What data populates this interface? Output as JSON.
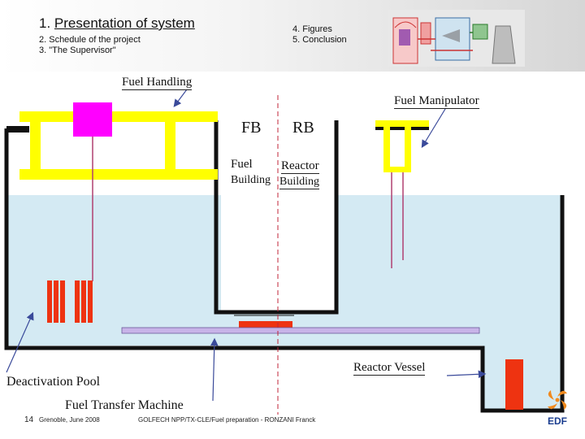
{
  "header": {
    "main_number": "1.",
    "main_title": "Presentation of system",
    "sub_items": [
      "2. Schedule of the project",
      "3. \"The Supervisor\""
    ],
    "right_items": [
      "4. Figures",
      "5. Conclusion"
    ]
  },
  "diagram": {
    "labels": {
      "fuel_handling": "Fuel Handling",
      "fuel_manipulator": "Fuel Manipulator",
      "fb": "FB",
      "rb": "RB",
      "fuel": "Fuel",
      "building_left": "Building",
      "reactor": "Reactor",
      "building_right": "Building",
      "reactor_vessel": "Reactor Vessel",
      "deactivation_pool": "Deactivation Pool",
      "fuel_transfer_machine": "Fuel Transfer Machine"
    },
    "colors": {
      "water": "#d4eaf3",
      "wall": "#111111",
      "crane": "#ffff00",
      "trolley": "#ff00ff",
      "fuel_rod": "#ee3311",
      "transfer_tube": "#c8b4e8",
      "arrow": "#3a4a9a",
      "cable": "#b04070"
    }
  },
  "footer": {
    "page_number": "14",
    "location_date": "Grenoble, June 2008",
    "document": "GOLFECH NPP/TX-CLE/Fuel preparation - RONZANI Franck",
    "logo": "EDF"
  }
}
